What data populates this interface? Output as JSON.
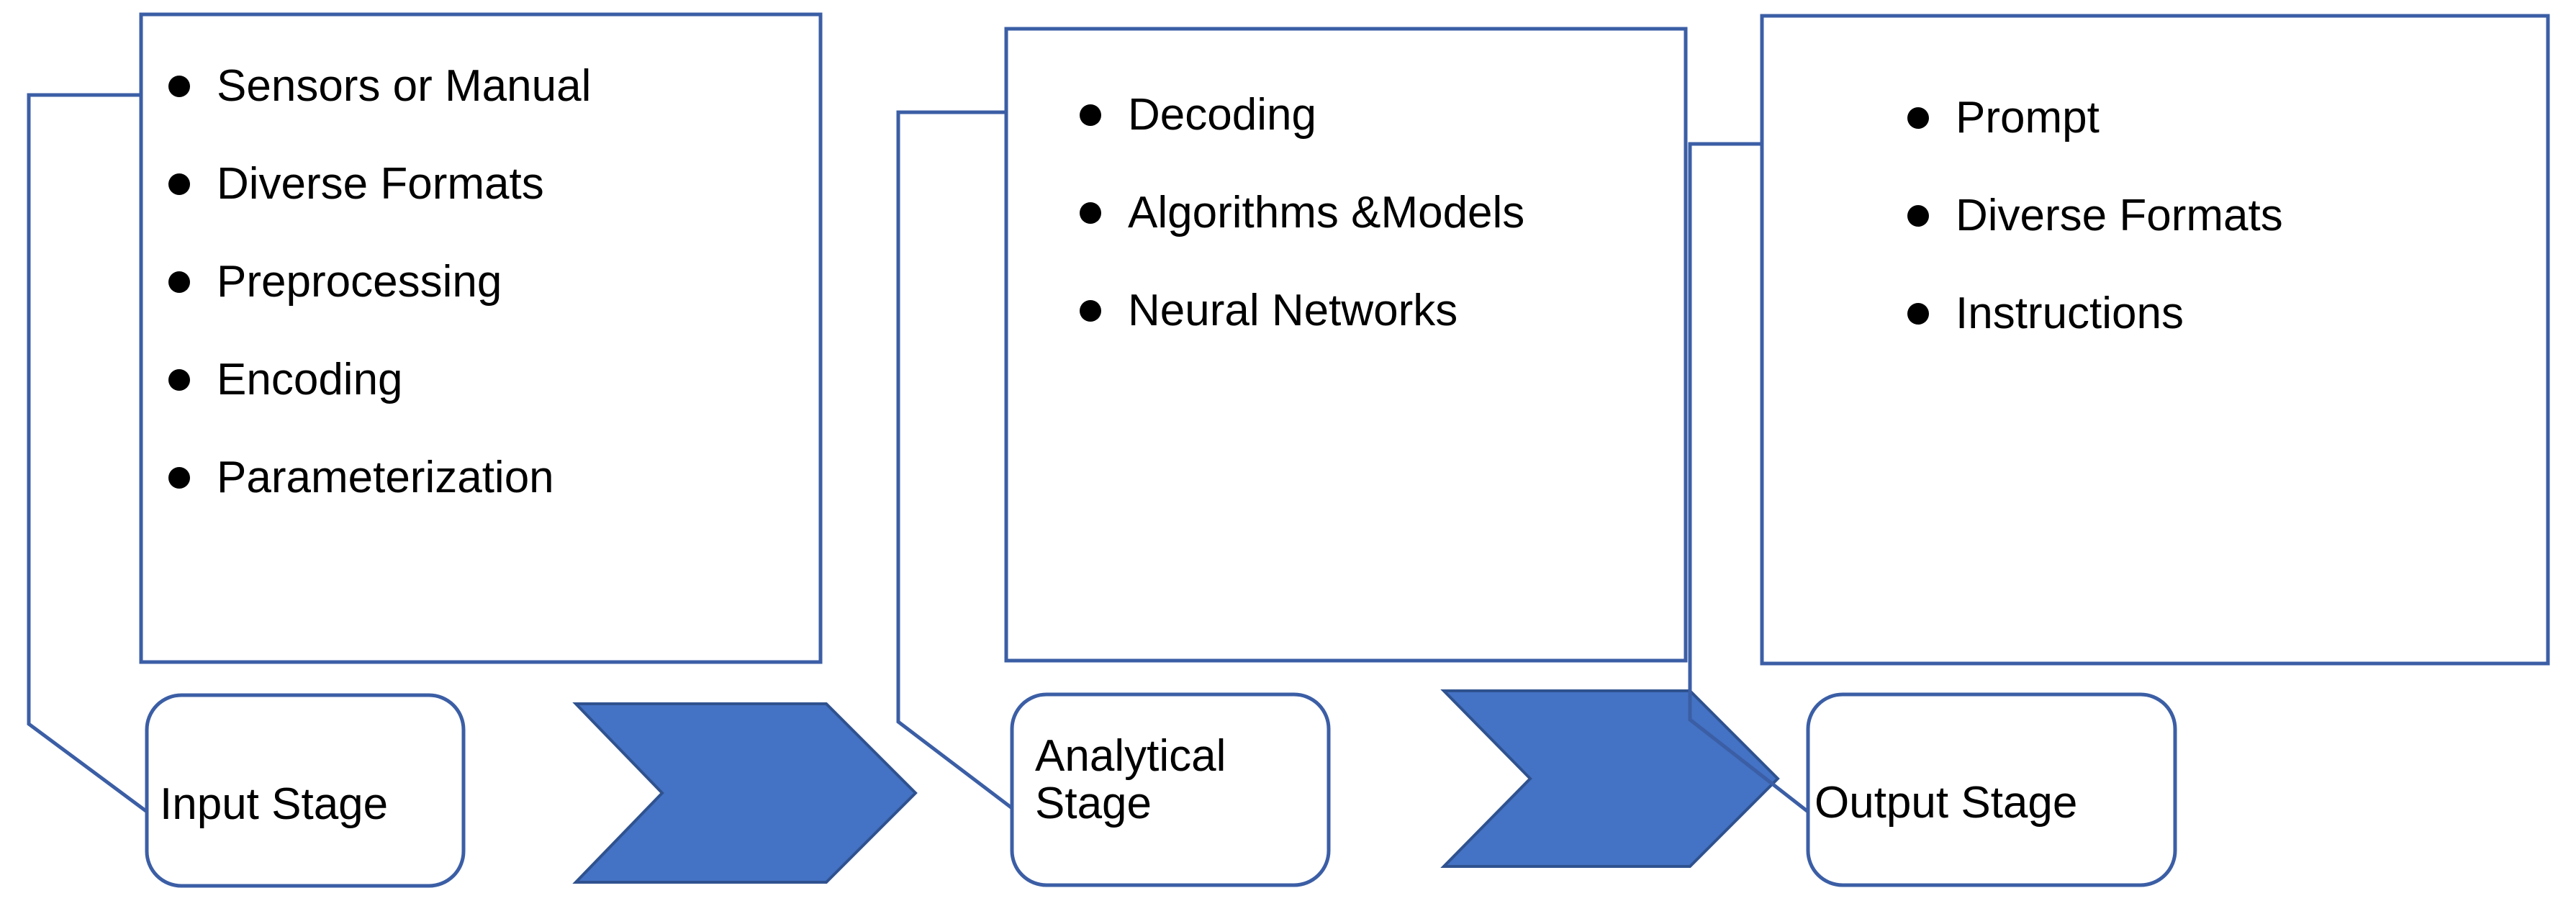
{
  "diagram": {
    "title": "Three-stage data processing pipeline",
    "colors": {
      "outline_blue": "#3B5EA5",
      "chevron_fill": "#4472C4",
      "chevron_stroke": "#2F528F",
      "box_fill": "#FFFFFF",
      "text_black": "#000000",
      "background": "#FFFFFF"
    },
    "stages": [
      {
        "id": "input",
        "stage_label": "Input Stage",
        "bullet_icon": "bullet-dot-icon",
        "items": [
          "Sensors or Manual",
          "Diverse Formats",
          "Preprocessing",
          "Encoding",
          "Parameterization"
        ]
      },
      {
        "id": "analytical",
        "stage_label": "Analytical\nStage",
        "bullet_icon": "bullet-dot-icon",
        "items": [
          "Decoding",
          "Algorithms &Models",
          "Neural Networks"
        ]
      },
      {
        "id": "output",
        "stage_label": "Output Stage",
        "bullet_icon": "bullet-dot-icon",
        "items": [
          "Prompt",
          "Diverse Formats",
          "Instructions"
        ]
      }
    ],
    "connectors": [
      {
        "id": "arrow-1",
        "icon": "chevron-right-icon",
        "from": "input",
        "to": "analytical"
      },
      {
        "id": "arrow-2",
        "icon": "chevron-right-icon",
        "from": "analytical",
        "to": "output"
      }
    ]
  }
}
